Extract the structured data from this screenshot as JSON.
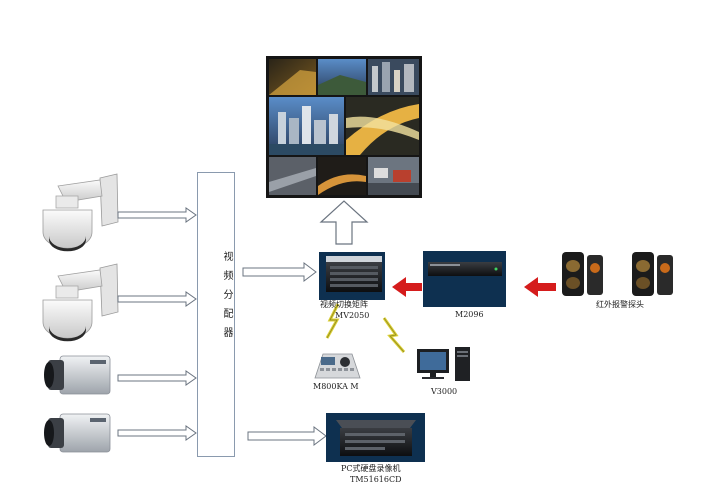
{
  "splitter_label": "视频分配器",
  "matrix": {
    "line1": "视频切换矩阵",
    "line2": "MV2050"
  },
  "m2096_label": "M2096",
  "alarm_label": "红外报警探头",
  "keyboard_label": "M800KA M",
  "pc_label": "V3000",
  "dvr": {
    "line1": "PC式硬盘录像机",
    "line2": "TM51616CD"
  }
}
